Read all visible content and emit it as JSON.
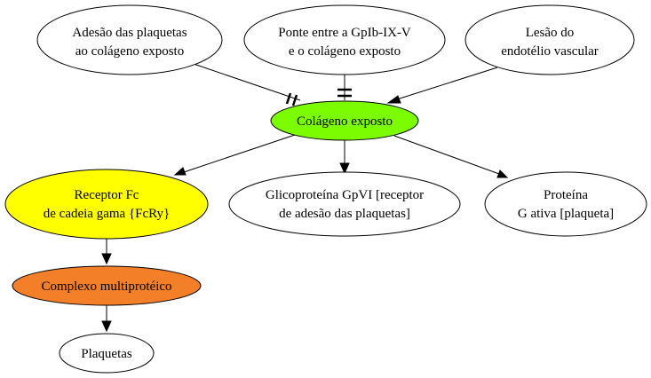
{
  "nodes": {
    "adesao": {
      "lines": [
        "Adesão das plaquetas",
        "ao colágeno exposto"
      ],
      "fill": "#ffffff"
    },
    "ponte": {
      "lines": [
        "Ponte entre a GpIb-IX-V",
        "e o colágeno exposto"
      ],
      "fill": "#ffffff"
    },
    "lesao": {
      "lines": [
        "Lesão do",
        "endotélio vascular"
      ],
      "fill": "#ffffff"
    },
    "colageno": {
      "lines": [
        "Colágeno exposto"
      ],
      "fill": "#7cfc00"
    },
    "receptor": {
      "lines": [
        "Receptor Fc",
        "de cadeia gama {FcRy}"
      ],
      "fill": "#ffff00"
    },
    "glicoproteina": {
      "lines": [
        "Glicoproteína GpVI [receptor",
        "de adesão das plaquetas]"
      ],
      "fill": "#ffffff"
    },
    "proteina": {
      "lines": [
        "Proteína",
        "G ativa [plaqueta]"
      ],
      "fill": "#ffffff"
    },
    "complexo": {
      "lines": [
        "Complexo multiprotéico"
      ],
      "fill": "#f47f29"
    },
    "plaquetas": {
      "lines": [
        "Plaquetas"
      ],
      "fill": "#ffffff"
    }
  }
}
